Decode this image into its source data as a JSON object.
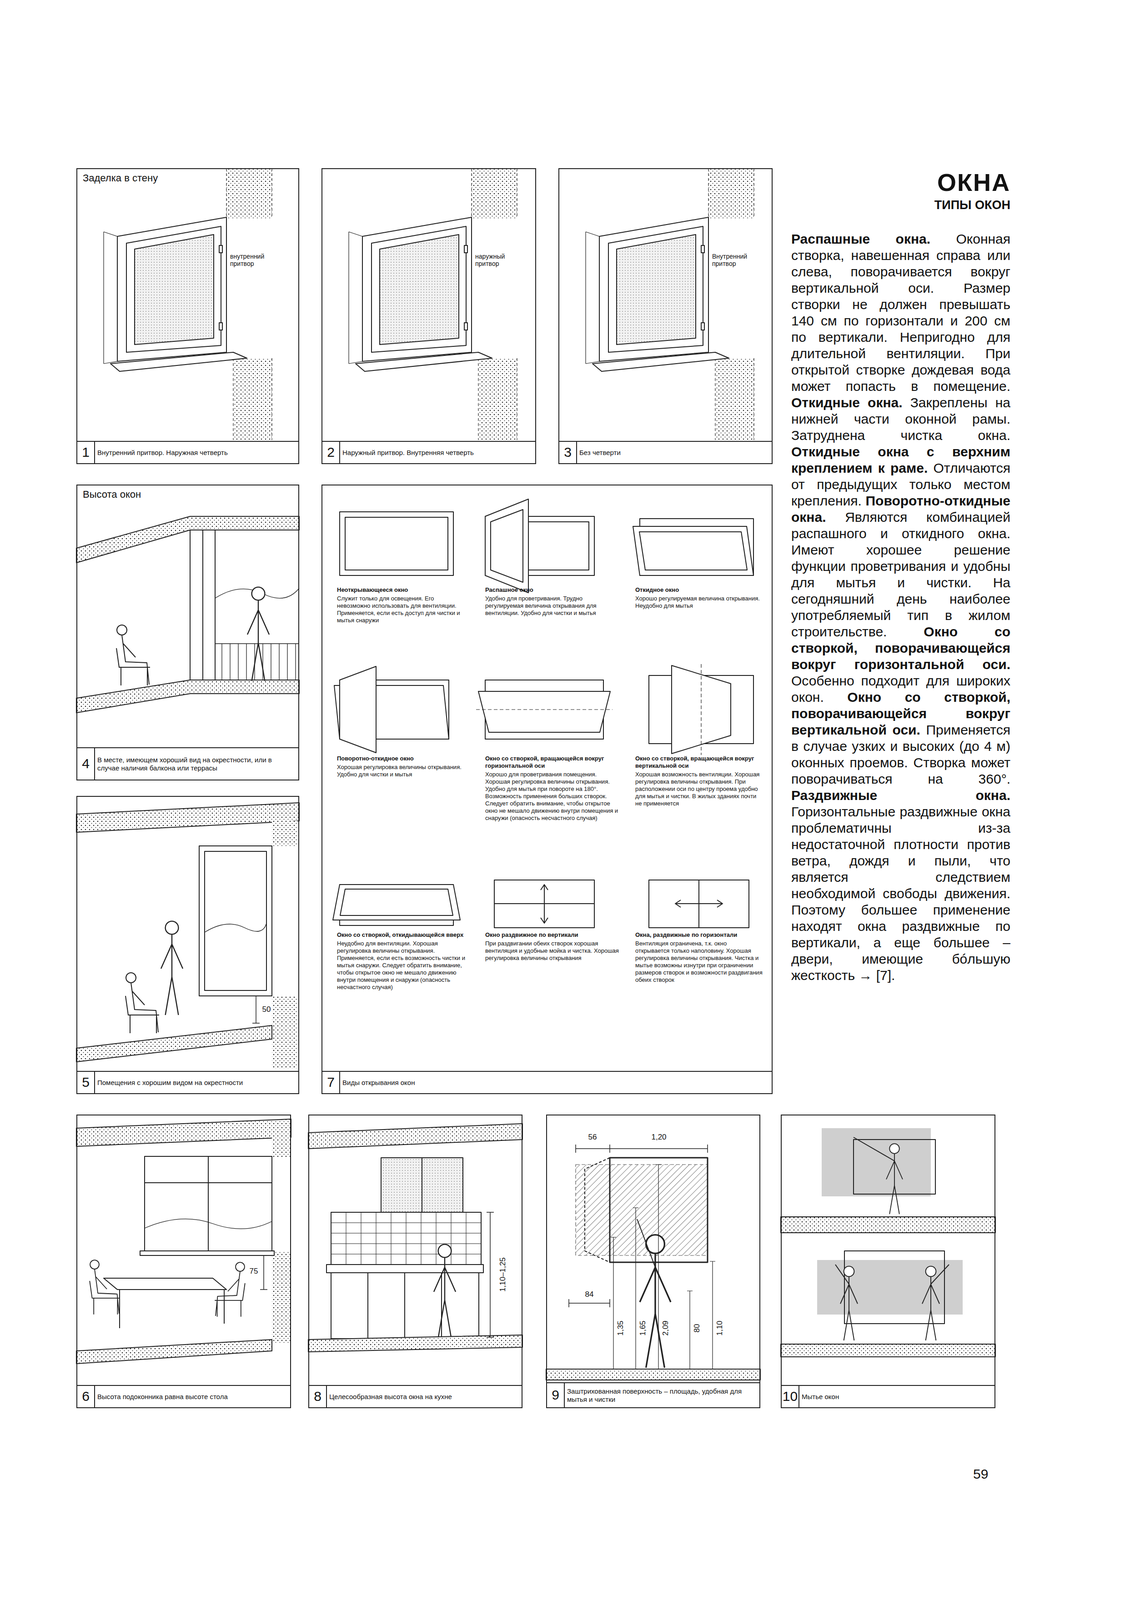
{
  "diagram": {
    "title": "ОКНА",
    "nodes": [
      {
        "text": [
          "Заделка в стену",
          "внутренний притвор",
          "1",
          "Внутренний притвор. Наружная четверть"
        ]
      },
      {
        "text": [
          "наружный притвор",
          "2",
          "Наружный притвор. Внутренняя четверть"
        ]
      },
      {
        "text": [
          "Внутренний притвор",
          "3",
          "Без четверти"
        ]
      },
      {
        "text": [
          "Высота окон",
          "4",
          "В месте, имеющем хороший вид на окрестности, или в случае наличия балкона или террасы"
        ]
      },
      {
        "text": [
          "Неоткрывающееся окно",
          "Служит только для освещения. Его невозможно использовать для вентиляции. Применяется, если есть доступ для чистки и мытья снаружи",
          "Распашное окно",
          "Удобно для проветривания. Трудно регулируемая величина открывания для вентиляции. Удобно для чистки и мытья",
          "Откидное окно",
          "Хорошо регулируемая величина открывания. Неудобно для мытья",
          "Поворотно-откидное окно",
          "Хорошая регулировка величины открывания. Удобно для чистки и мытья",
          "Окно со створкой, вращающейся вокруг горизонтальной оси",
          "Хорошо для проветривания помещения. Хорошая регулировка величины открывания. Удобно для мытья при повороте на 180°. Возможность применения больших створок. Следует обратить внимание, чтобы открытое окно не мешало движению внутри помещения и снаружи (опасность несчастного случая)",
          "Окно со створкой, вращающейся вокруг вертикальной оси",
          "Хорошая возможность вентиляции. Хорошая регулировка величины открывания. При расположении оси по центру проема удобно для мытья и чистки. В жилых зданиях почти не применяется",
          "Окно со створкой, откидывающейся вверх",
          "Неудобно для вентиляции. Хорошая регулировка величины открывания. Применяется, если есть возможность чистки и мытья снаружи. Следует обратить внимание, чтобы открытое окно не мешало движению внутри помещения и снаружи (опасность несчастного случая)",
          "Окно раздвижное по вертикали",
          "При раздвигании обеих створок хорошая вентиляция и удобные мойка и чистка. Хорошая регулировка величины открывания",
          "Окна, раздвижные по горизонтали",
          "Вентиляция ограничена, т.к. окно открывается только наполовину. Хорошая регулировка величины открывания. Чистка и мытье возможны изнутри при ограничении размеров створок и возможности раздвигания обеих створок",
          "7",
          "Виды открывания окон"
        ]
      },
      {
        "text": [
          "50",
          "5",
          "Помещения с хорошим видом на окрестности"
        ]
      },
      {
        "text": [
          "75",
          "6",
          "Высота подоконника равна высоте стола"
        ]
      },
      {
        "text": [
          "1,10–1,25",
          "8",
          "Целесообразная высота окна на кухне"
        ]
      },
      {
        "text": [
          "56",
          "1,20",
          "84",
          "1,35",
          "1,65",
          "2,09",
          "80",
          "1,10",
          "9",
          "Заштрихованная поверхность – площадь, удобная для мытья и чистки"
        ]
      },
      {
        "text": [
          "10",
          "Мытье окон"
        ]
      }
    ],
    "labels": [
      "ТИПЫ ОКОН",
      "Распашные окна.",
      "Оконная створка, навешенная справа или слева, поворачивается вокруг вертикальной оси. Размер створки не должен превышать 140 см по горизонтали и 200 см по вертикали. Непригодно для длительной вентиляции. При открытой створке дождевая вода может попасть в помещение.",
      "Откидные окна.",
      "Закреплены на нижней части оконной рамы. Затруднена чистка окна.",
      "Откидные окна с верхним креплением к раме.",
      "Отличаются от предыдущих только местом крепления.",
      "Поворотно-откидные окна.",
      "Являются комбинацией распашного и откидного окна. Имеют хорошее решение функции проветривания и удобны для мытья и чистки. На сегодняшний день наиболее употребляемый тип в жилом строительстве.",
      "Окно со створкой, поворачивающейся вокруг горизонтальной оси.",
      "Особенно подходит для широких окон.",
      "Окно со створкой, поворачивающейся вокруг вертикальной оси.",
      "Применяется в случае узких и высоких (до 4 м) оконных проемов. Створка может поворачиваться на 360°.",
      "Раздвижные окна.",
      "Горизонтальные раздвижные окна проблематичны из-за недостаточной плотности против ветра, дождя и пыли, что является следствием необходимой свободы движения. Поэтому большее применение находят окна раздвижные по вертикали, а еще большее – двери, имеющие бóльшую жесткость → [7].",
      "59"
    ]
  }
}
